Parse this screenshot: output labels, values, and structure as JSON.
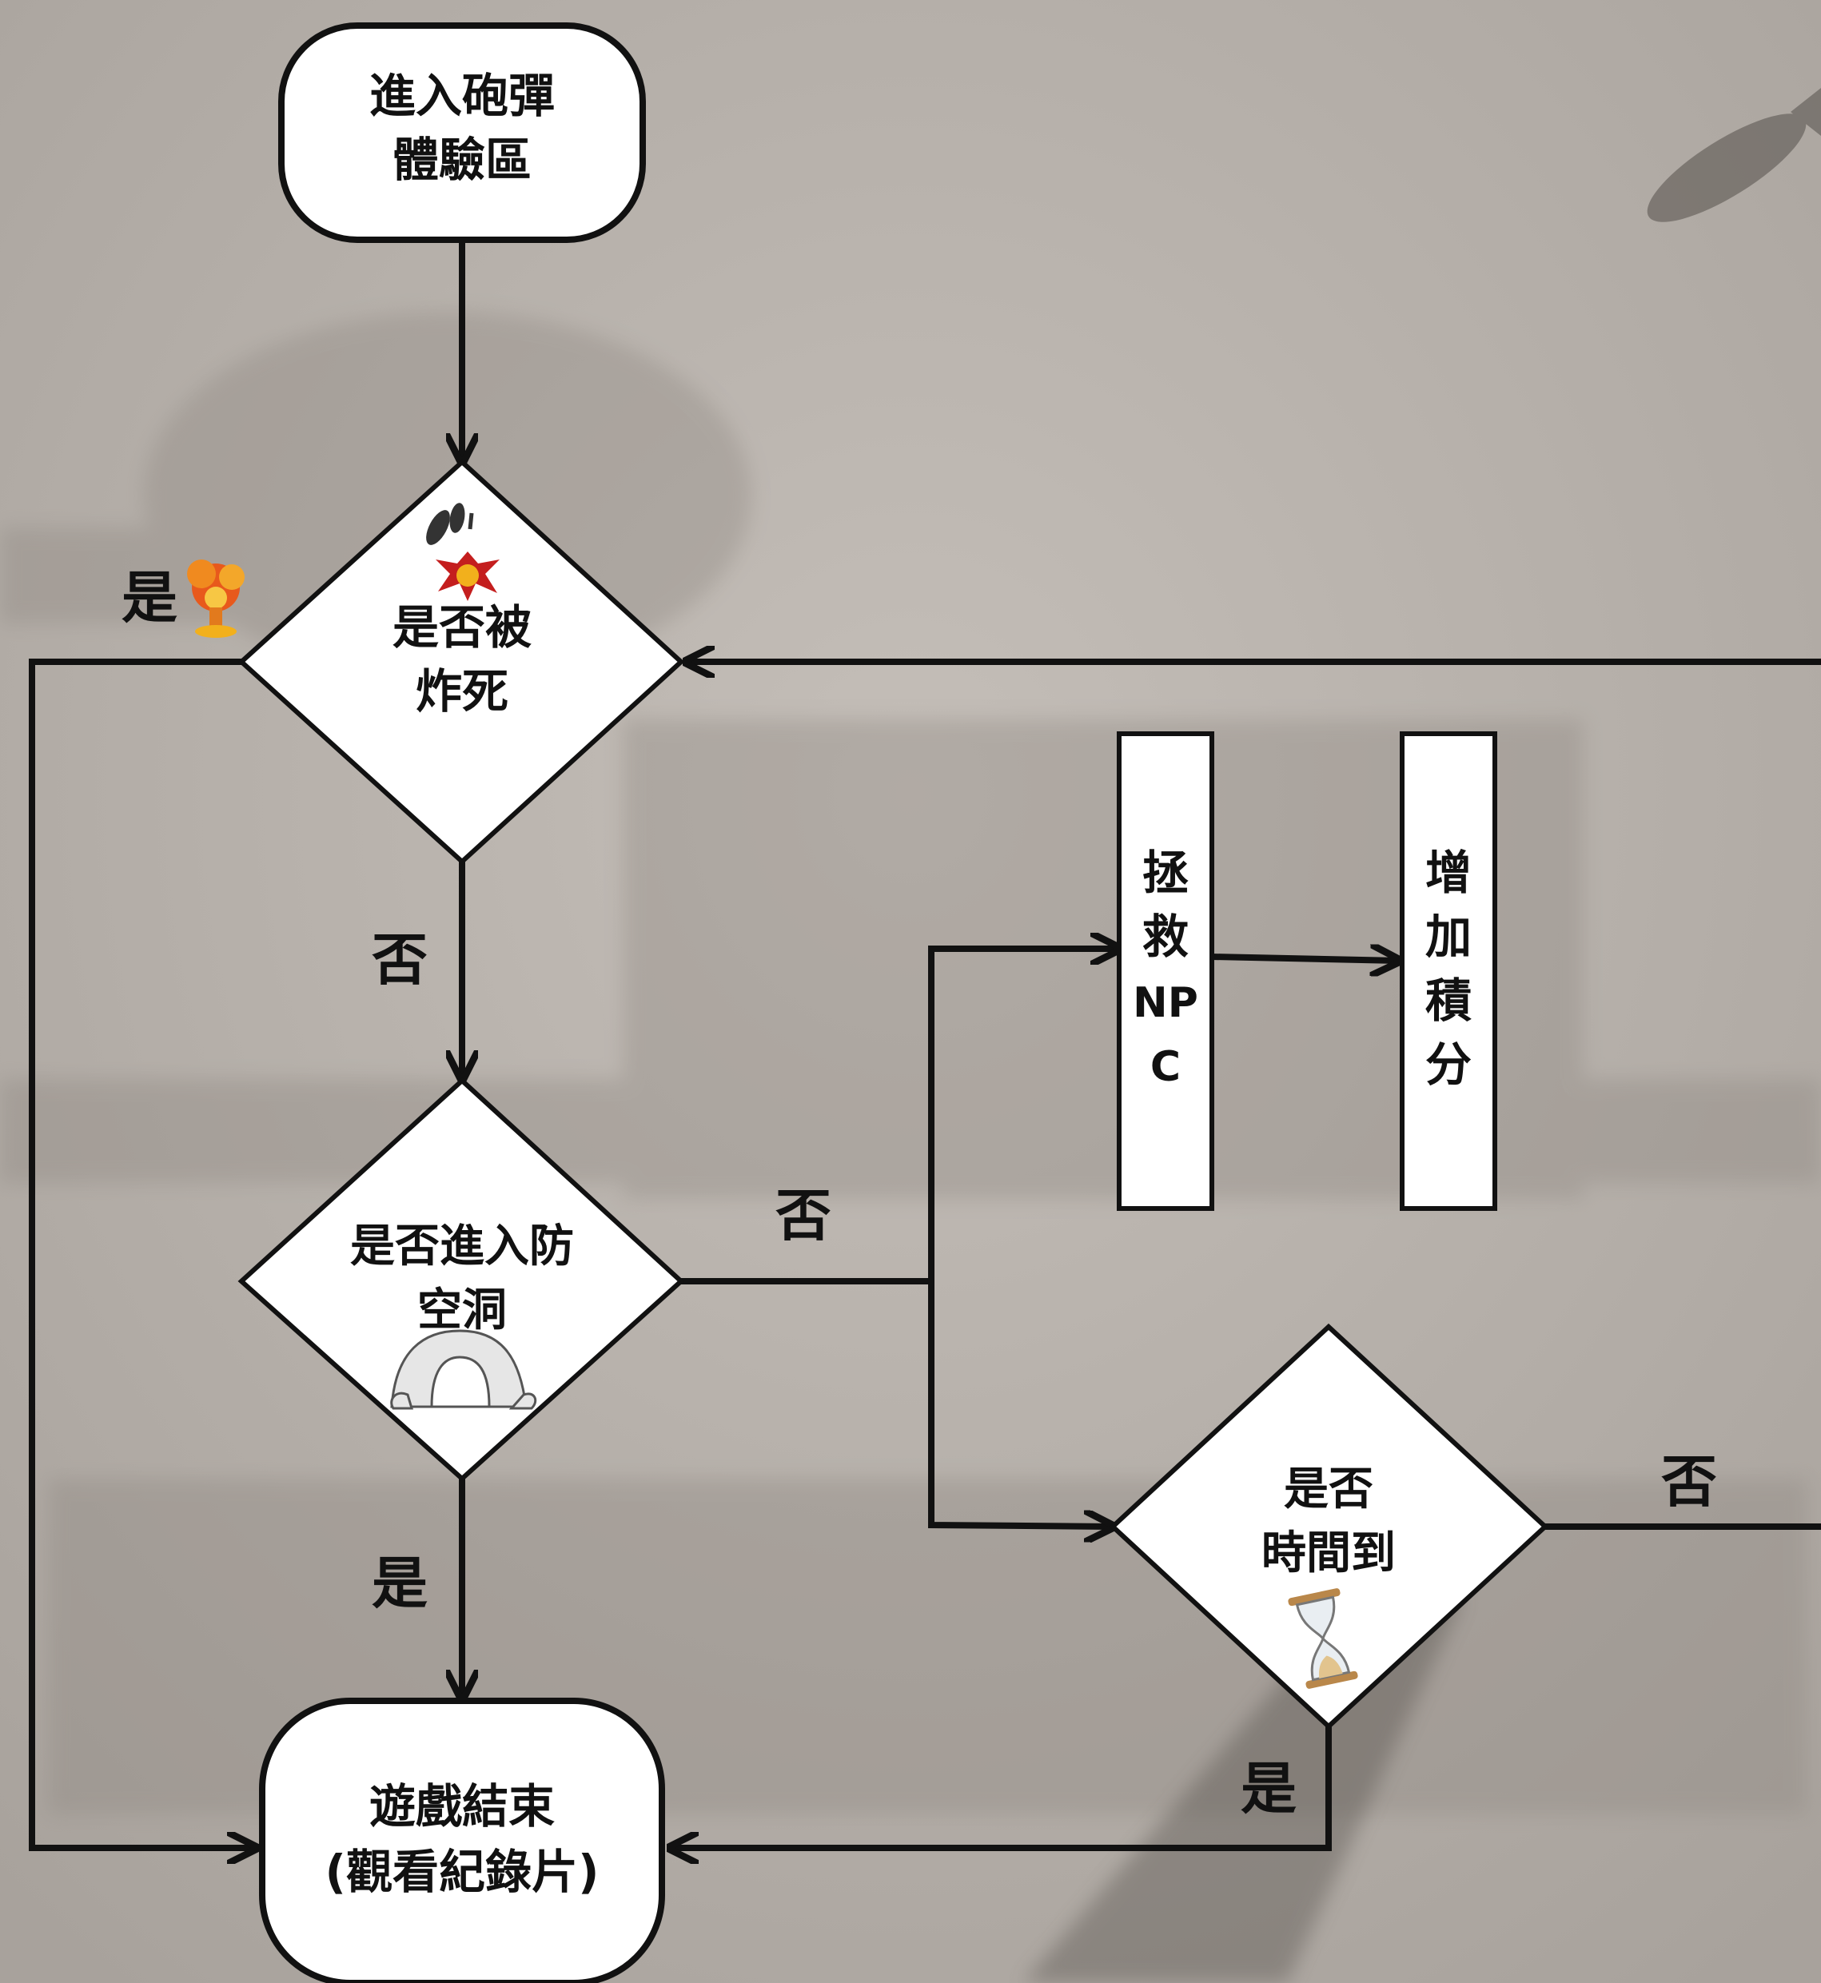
{
  "nodes": {
    "start": {
      "lines": [
        "進入砲彈",
        "體驗區"
      ]
    },
    "bombed_decision": {
      "lines": [
        "是否被",
        "炸死"
      ]
    },
    "shelter_decision": {
      "lines": [
        "是否進入防",
        "空洞"
      ]
    },
    "rescue_npc": {
      "lines": [
        "拯",
        "救",
        "NP",
        "C"
      ]
    },
    "add_points": {
      "lines": [
        "增",
        "加",
        "積",
        "分"
      ]
    },
    "time_decision": {
      "lines": [
        "是否",
        "時間到"
      ]
    },
    "end": {
      "lines": [
        "遊戲結束",
        "(觀看紀錄片)"
      ]
    }
  },
  "edge_labels": {
    "bombed_yes": "是",
    "bombed_no": "否",
    "shelter_no": "否",
    "shelter_yes": "是",
    "time_no": "否",
    "time_yes": "是"
  },
  "icons": {
    "bombed_decision": "falling-bombs-explosion-icon",
    "bombed_yes": "explosion-icon",
    "shelter_decision": "cave-icon",
    "time_decision": "hourglass-icon"
  },
  "colors": {
    "background": "#b9b3ac",
    "node_fill": "#ffffff",
    "stroke": "#111111",
    "explosion": "#e8591c"
  }
}
